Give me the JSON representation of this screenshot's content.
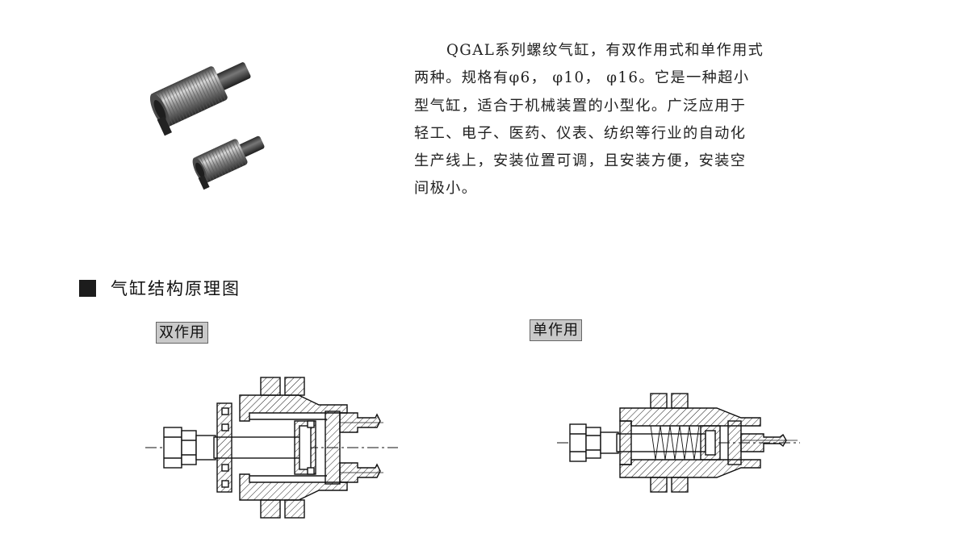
{
  "product": {
    "photo_name": "qgal-thread-cylinder-photo",
    "description_lines": [
      "QGAL系列螺纹气缸，有双作用式和单作用式",
      "两种。规格有φ6， φ10， φ16。它是一种超小",
      "型气缸，适合于机械装置的小型化。广泛应用于",
      "轻工、电子、医药、仪表、纺织等行业的自动化",
      "生产线上，安装位置可调，且安装方便，安装空",
      "间极小。"
    ]
  },
  "section": {
    "title": "气缸结构原理图"
  },
  "diagrams": {
    "double_label": "双作用",
    "single_label": "单作用"
  },
  "colors": {
    "text": "#222222",
    "tag_bg": "#c9c9c9",
    "bullet": "#1c1c1c"
  }
}
